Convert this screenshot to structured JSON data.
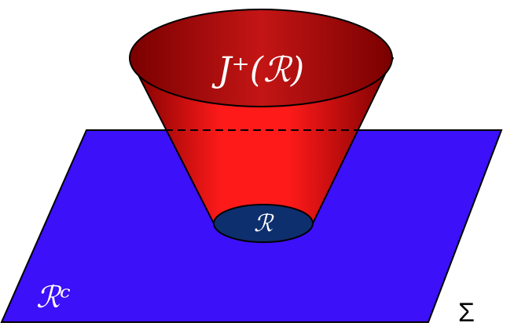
{
  "labels": {
    "future_set": "J⁺(ℛ)",
    "region": "ℛ",
    "complement": "ℛᶜ",
    "surface": "Σ"
  },
  "colors": {
    "plane_fill": "#3C10F8",
    "cone_main": "#FF1A1A",
    "cone_dark": "#880000",
    "cone_top_fill": "#B01010",
    "region_fill": "#0E2F6E",
    "outline": "#000000",
    "label_light": "#FFFFFF",
    "label_dark": "#000000"
  },
  "style": {
    "hidden_edge": "dashed"
  }
}
